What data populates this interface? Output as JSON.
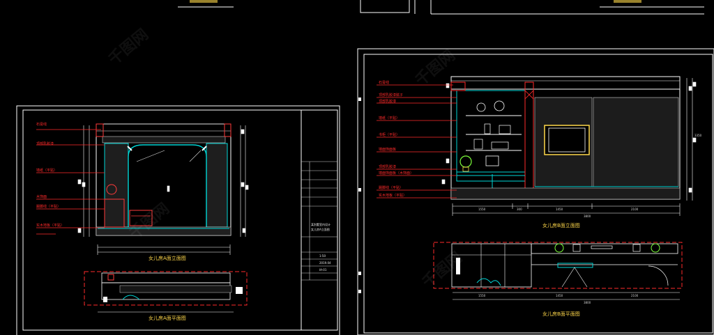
{
  "colors": {
    "background": "#000000",
    "frame": "#ffffff",
    "wall": "#00d6d6",
    "annotation": "#ff2a2a",
    "title": "#ffd84a"
  },
  "left_sheet": {
    "elevation_title": "女儿房A面立面图",
    "plan_title": "女儿房A面平面图",
    "callouts": [
      "石膏线",
      "顶部乳胶漆",
      "墙纸（平贴）",
      "木饰面",
      "踢脚线（平贴）",
      "实木地板（平贴）"
    ],
    "title_block": [
      "某别墅室内设计",
      "女儿房A立面图",
      "1:50",
      "2019.04",
      "IA-01"
    ]
  },
  "right_sheet": {
    "elevation_title": "女儿房B面立面图",
    "plan_title": "女儿房B面平面图",
    "callouts": [
      "石膏线",
      "顶部乳胶漆腻子",
      "顶部乳胶漆",
      "墙纸（平贴）",
      "书柜（平贴）",
      "墙面饰面板",
      "顶部乳胶漆",
      "墙面饰面板（木饰面）",
      "踢脚线（平贴）",
      "实木地板（平贴）"
    ],
    "dims_elevation": [
      "1550",
      "300",
      "1450",
      "2100",
      "3800",
      "3350"
    ],
    "dims_plan": [
      "1550",
      "1450",
      "2100",
      "3800"
    ]
  },
  "watermark": "千图网"
}
